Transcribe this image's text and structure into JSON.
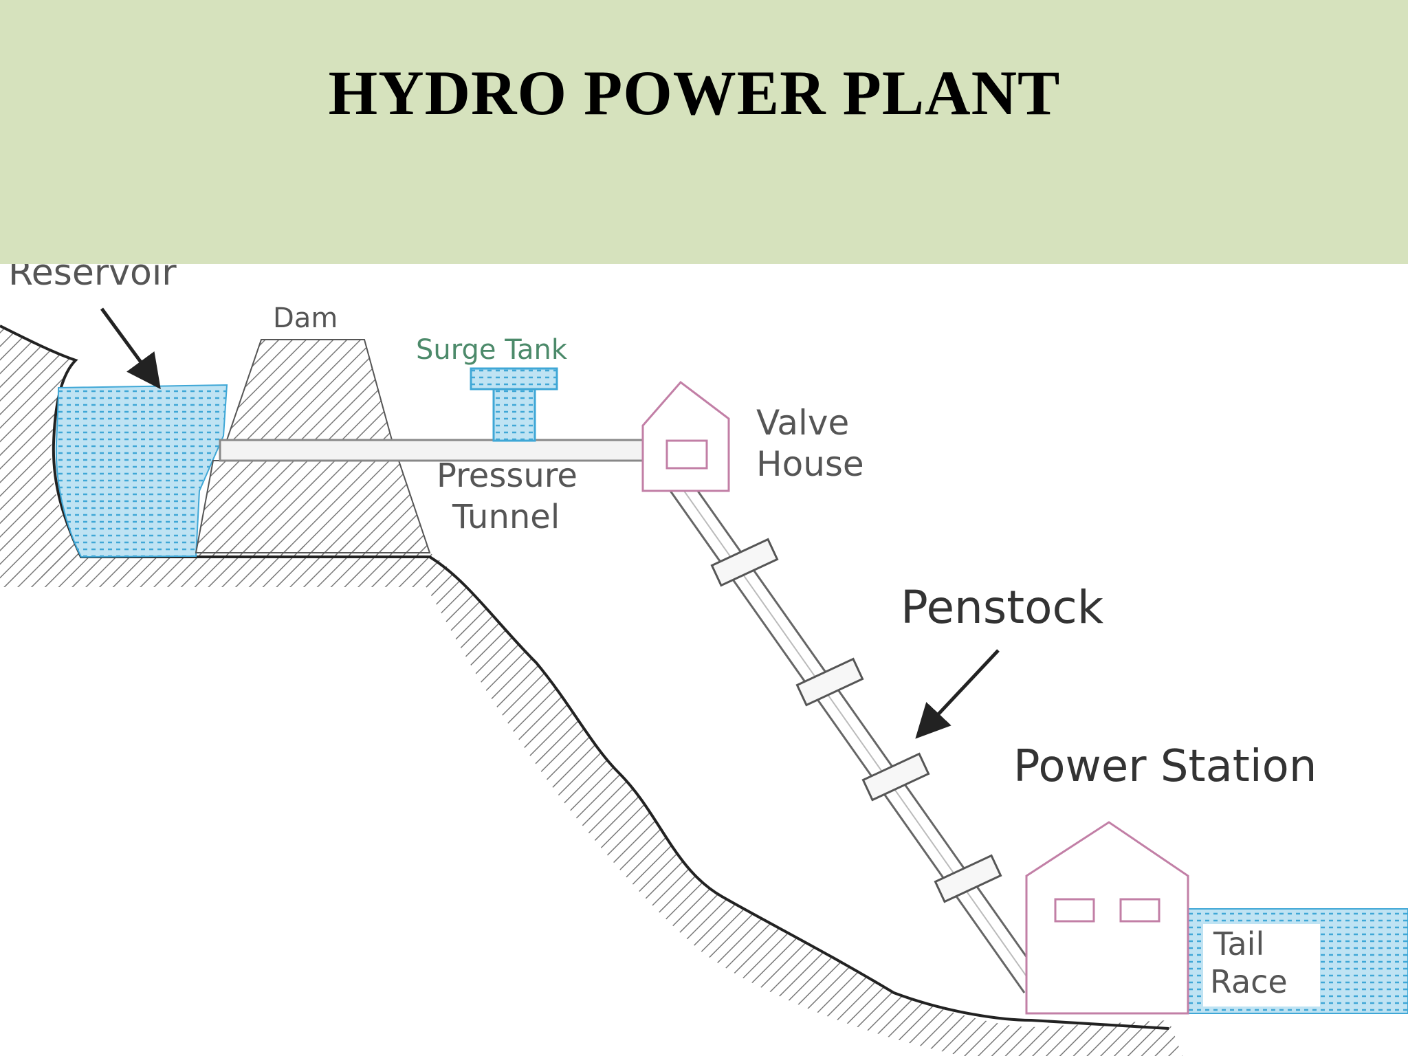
{
  "title": "HYDRO POWER PLANT",
  "labels": {
    "reservoir": "Reservoir",
    "dam": "Dam",
    "surge_tank": "Surge Tank",
    "valve_house_1": "Valve",
    "valve_house_2": "House",
    "pressure_tunnel_1": "Pressure",
    "pressure_tunnel_2": "Tunnel",
    "penstock": "Penstock",
    "power_station": "Power Station",
    "tail_race_1": "Tail",
    "tail_race_2": "Race"
  },
  "colors": {
    "header_bg": "#d6e2bd",
    "water": "#3fa7d6",
    "building_outline": "#c27fa6",
    "hatch": "#7a7a7a"
  }
}
